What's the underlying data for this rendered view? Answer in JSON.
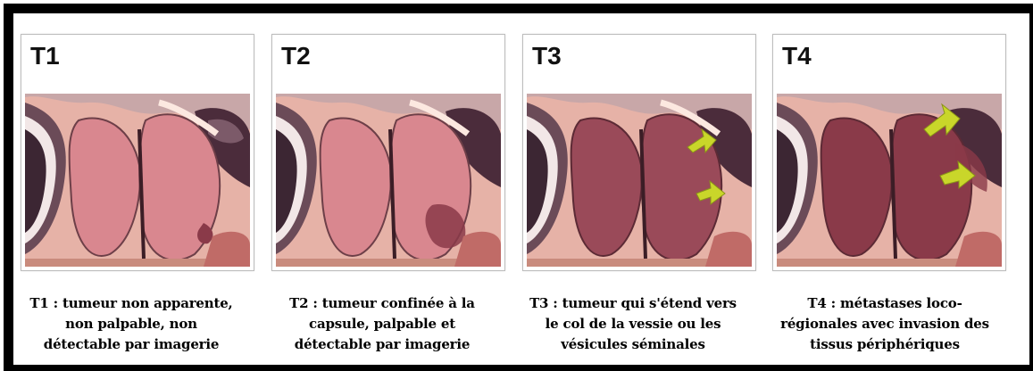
{
  "stages": [
    {
      "label": "T1",
      "caption_lines": [
        "T1 : tumeur non apparente,",
        "non palpable, non",
        "détectable par imagerie"
      ]
    },
    {
      "label": "T2",
      "caption_lines": [
        "T2 : tumeur confinée à la",
        "capsule, palpable et",
        "détectable par imagerie"
      ]
    },
    {
      "label": "T3",
      "caption_lines": [
        "T3 : tumeur qui s'étend vers",
        "le col de la vessie ou les",
        "vésicules séminales"
      ]
    },
    {
      "label": "T4",
      "caption_lines": [
        "T4 : métastases loco-",
        "régionales avec invasion des",
        "tissus périphériques"
      ]
    }
  ],
  "colors": {
    "frame": "#000000",
    "prostate": "#d9878f",
    "tumor": "#8a3a49",
    "arrow": "#c9d62a"
  }
}
